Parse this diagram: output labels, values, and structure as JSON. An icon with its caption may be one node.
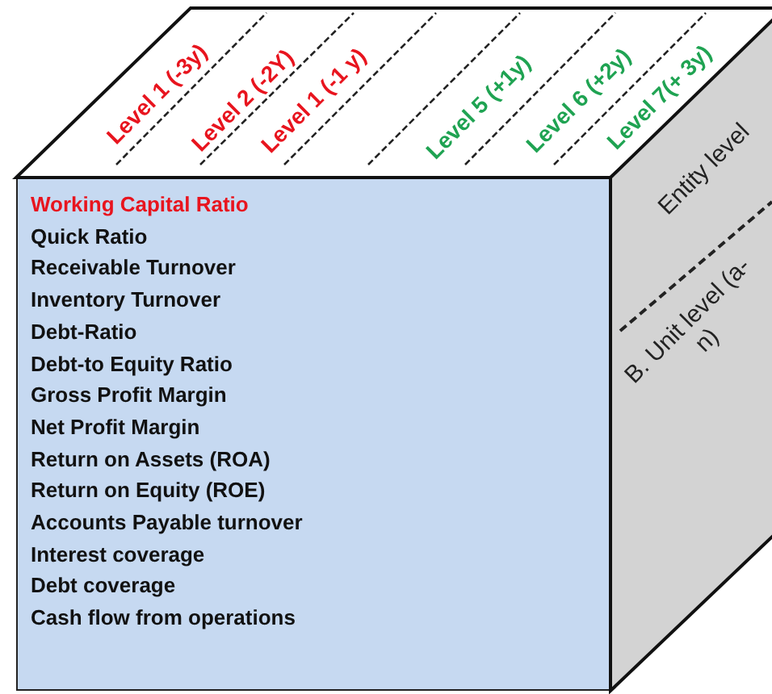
{
  "diagram": {
    "nodes": [
      {
        "text": [
          "Working Capital Ratio",
          "Quick Ratio",
          "Receivable Turnover",
          "Inventory Turnover",
          "Debt-Ratio",
          "Debt-to Equity Ratio",
          "Gross Profit Margin",
          "Net Profit Margin",
          "Return on Assets (ROA)",
          "Return on Equity (ROE)",
          "Accounts Payable turnover",
          "Interest coverage",
          "Debt coverage",
          "Cash flow from operations"
        ]
      },
      {
        "text": [
          "Level 1 (-3y)",
          "Level 2 (-2Y)",
          "Level 1 (-1 y)",
          "Level 5 (+1y)",
          "Level 6 (+2y)",
          "Level 7(+ 3y)"
        ]
      },
      {
        "text": [
          "Entity level",
          "B. Unit level (a-n)"
        ]
      }
    ]
  }
}
